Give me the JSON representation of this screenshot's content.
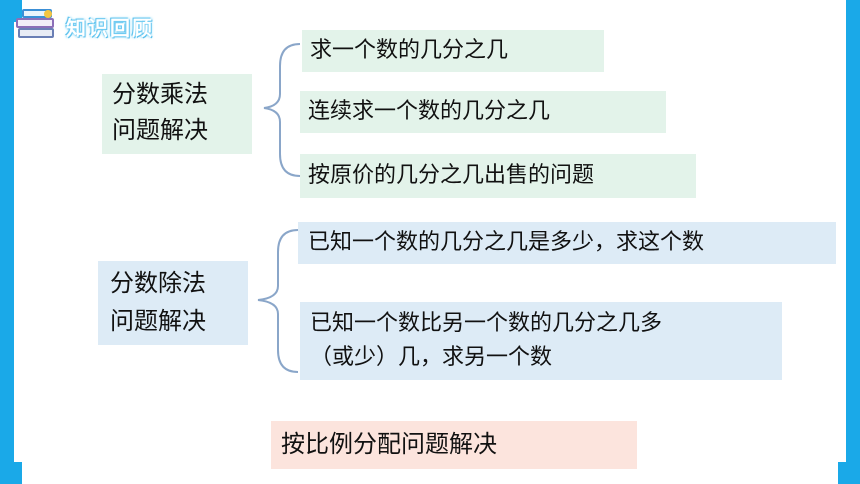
{
  "header": {
    "title": "知识回顾",
    "icon": "books-icon"
  },
  "multiplication": {
    "label_line1": "分数乘法",
    "label_line2": "问题解决",
    "items": [
      "求一个数的几分之几",
      "连续求一个数的几分之几",
      "按原价的几分之几出售的问题"
    ]
  },
  "division": {
    "label_line1": "分数除法",
    "label_line2": "问题解决",
    "items": [
      "已知一个数的几分之几是多少，求这个数",
      "已知一个数比另一个数的几分之几多",
      "（或少）几，求另一个数"
    ]
  },
  "ratio": {
    "label": "按比例分配问题解决"
  },
  "colors": {
    "frame": "#1aa9e8",
    "green_box": "#e3f3ea",
    "blue_box": "#ddebf6",
    "pink_box": "#fce4dd",
    "bracket": "#8aa6c9"
  }
}
